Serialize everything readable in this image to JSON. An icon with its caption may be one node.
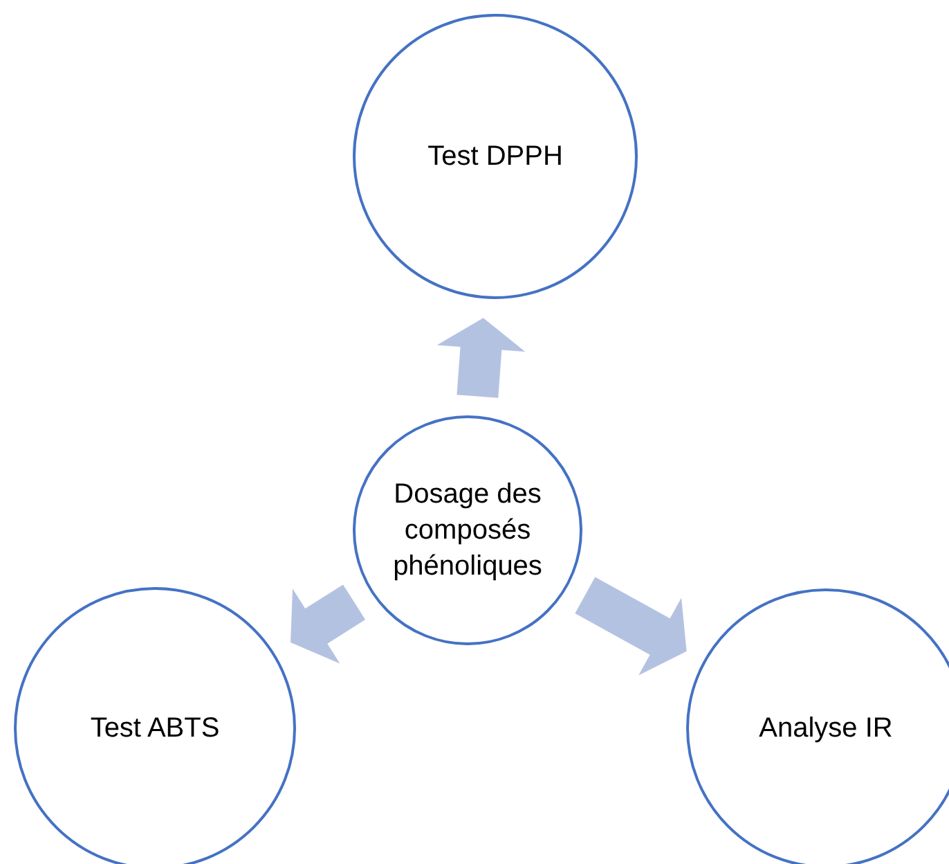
{
  "diagram": {
    "nodes": [
      {
        "text": [
          "Test DPPH"
        ]
      },
      {
        "text": [
          "Dosage des composés phénoliques"
        ]
      },
      {
        "text": [
          "Test ABTS"
        ]
      },
      {
        "text": [
          "Analyse IR"
        ]
      }
    ],
    "edges": [
      {
        "from": 1,
        "to": 0,
        "arrow": "to"
      },
      {
        "from": 1,
        "to": 2,
        "arrow": "to"
      },
      {
        "from": 1,
        "to": 3,
        "arrow": "to"
      }
    ]
  }
}
